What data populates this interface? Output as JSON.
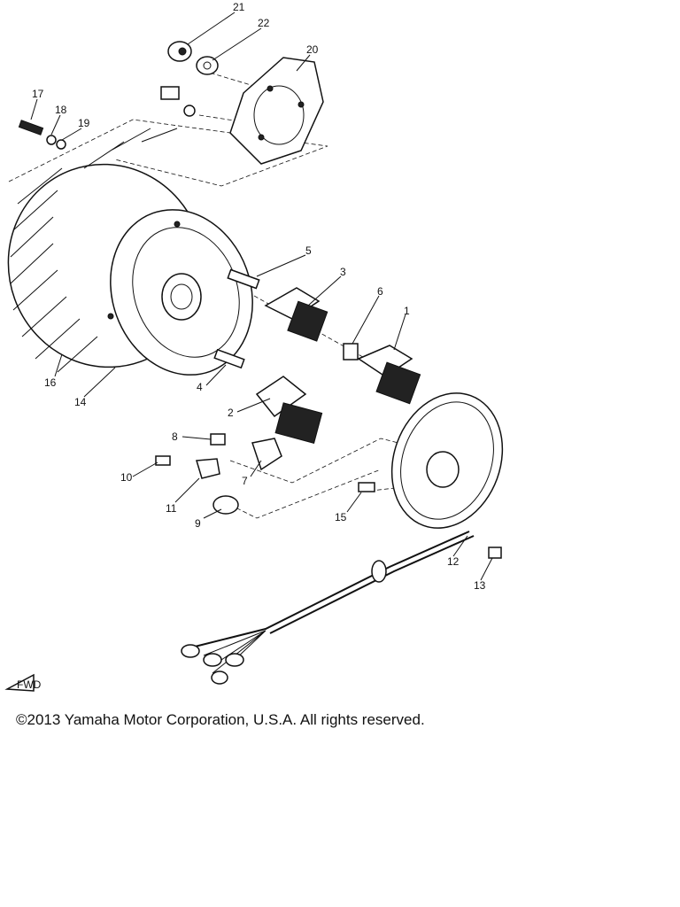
{
  "copyright": "©2013 Yamaha Motor Corporation, U.S.A. All rights reserved.",
  "direction_marker": "FWD",
  "part_numbers": [
    "1",
    "2",
    "3",
    "4",
    "5",
    "6",
    "7",
    "8",
    "9",
    "10",
    "11",
    "12",
    "13",
    "14",
    "15",
    "16",
    "17",
    "18",
    "19",
    "20",
    "21",
    "22"
  ]
}
